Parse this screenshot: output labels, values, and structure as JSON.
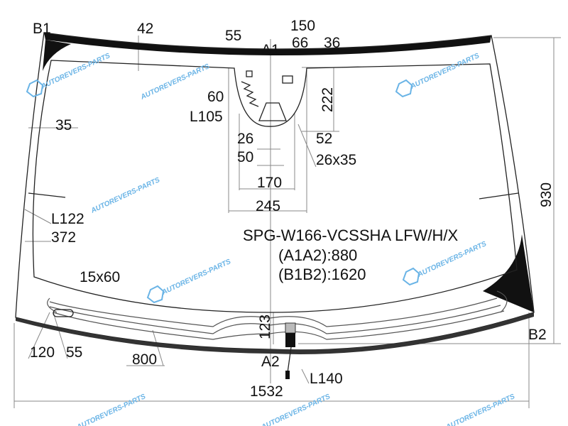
{
  "part_code": "SPG-W166-VCSSHA LFW/H/X",
  "a1a2": "(A1A2):880",
  "b1b2": "(B1B2):1620",
  "watermark": "AUTOREVERS-PARTS",
  "watermark_logo": "AR",
  "points": {
    "b1": "B1",
    "b2": "B2",
    "a1": "A1",
    "a2": "A2"
  },
  "dims": {
    "d42": "42",
    "d55_top": "55",
    "d150": "150",
    "d66": "66",
    "d36": "36",
    "d60": "60",
    "d222": "222",
    "l105": "L105",
    "d26": "26",
    "d52": "52",
    "d50": "50",
    "d26x35": "26x35",
    "d170": "170",
    "d245": "245",
    "d35": "35",
    "d930": "930",
    "l122": "L122",
    "d372": "372",
    "d15x60": "15x60",
    "d123": "123",
    "d120": "120",
    "d55_bottom": "55",
    "d800": "800",
    "l140": "L140",
    "d1532": "1532"
  },
  "colors": {
    "glass_band": "#111111",
    "watermark": "#6ab4e6"
  }
}
